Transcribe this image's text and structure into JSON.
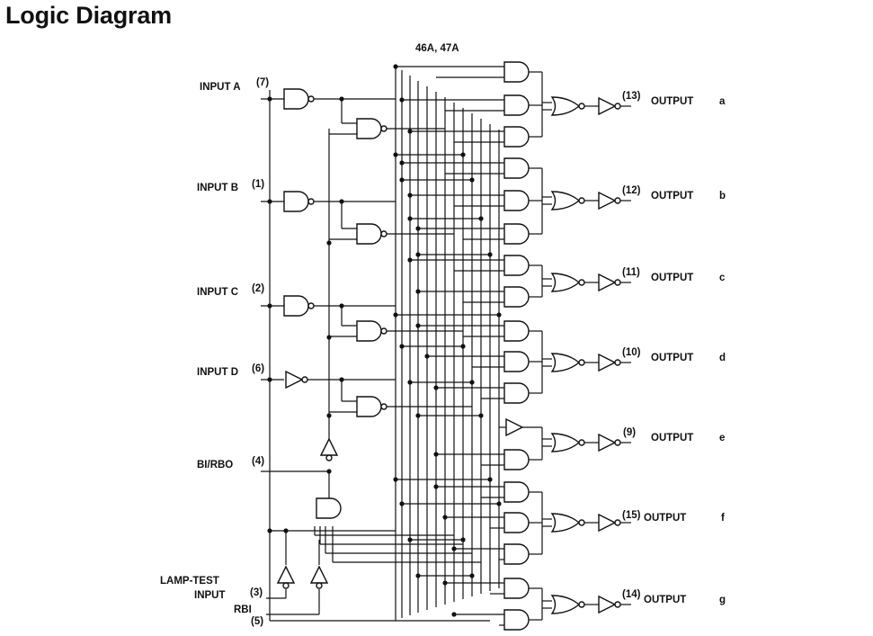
{
  "title": "Logic Diagram",
  "device_label": "46A, 47A",
  "inputs": [
    {
      "name": "INPUT A",
      "pin": "(7)"
    },
    {
      "name": "INPUT B",
      "pin": "(1)"
    },
    {
      "name": "INPUT C",
      "pin": "(2)"
    },
    {
      "name": "INPUT D",
      "pin": "(6)"
    },
    {
      "name": "BI/RBO",
      "pin": "(4)"
    }
  ],
  "lamp_test": {
    "line1": "LAMP-TEST",
    "line2": "INPUT",
    "pin": "(3)"
  },
  "rbi": {
    "name": "RBI",
    "pin": "(5)"
  },
  "outputs": [
    {
      "pin": "(13)",
      "label": "OUTPUT",
      "segment": "a"
    },
    {
      "pin": "(12)",
      "label": "OUTPUT",
      "segment": "b"
    },
    {
      "pin": "(11)",
      "label": "OUTPUT",
      "segment": "c"
    },
    {
      "pin": "(10)",
      "label": "OUTPUT",
      "segment": "d"
    },
    {
      "pin": "(9)",
      "label": "OUTPUT",
      "segment": "e"
    },
    {
      "pin": "(15)",
      "label": "OUTPUT",
      "segment": "f"
    },
    {
      "pin": "(14)",
      "label": "OUTPUT",
      "segment": "g"
    }
  ]
}
